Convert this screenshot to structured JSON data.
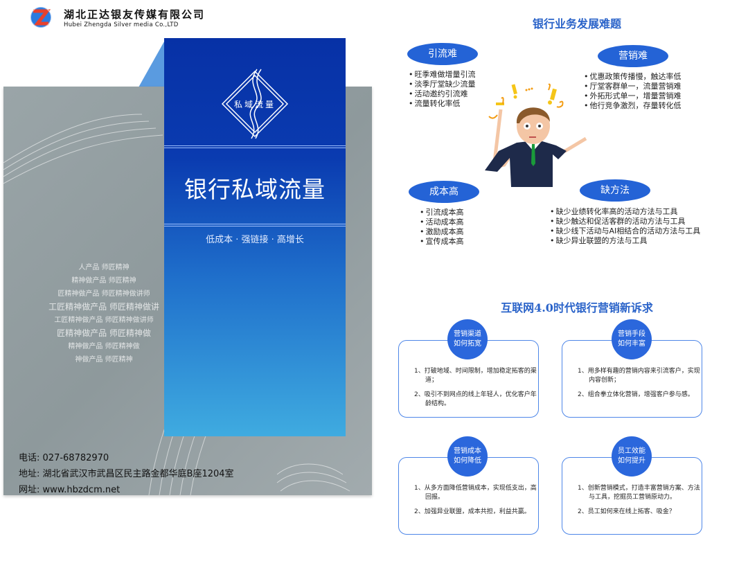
{
  "company": {
    "name_cn": "湖北正达银友传媒有限公司",
    "name_en": "Hubei Zhengda Silver media Co.,LTD"
  },
  "cover": {
    "badge": "私域流量",
    "title": "银行私域流量",
    "subtitle": "低成本 · 强链接 · 高增长"
  },
  "watermark": [
    "人产品 师匠精神",
    "精神做产品 师匠精神",
    "匠精神做产品 师匠精神做讲师",
    "工匠精神做产品 师匠精神做讲",
    "工匠精神做产品 师匠精神做讲师",
    "匠精神做产品 师匠精神做",
    "精神做产品 师匠精神做",
    "神做产品 师匠精神"
  ],
  "contact": {
    "phone_label": "电话:",
    "phone": "027-68782970",
    "address_label": "地址:",
    "address": "湖北省武汉市武昌区民主路金都华庭B座1204室",
    "web_label": "网址:",
    "web": "www.hbzdcm.net"
  },
  "problems": {
    "title": "银行业务发展难题",
    "groups": [
      {
        "label": "引流难",
        "items": [
          "旺季难做增量引流",
          "淡季厅堂缺少流量",
          "活动邀约引流难",
          "流量转化率低"
        ]
      },
      {
        "label": "营销难",
        "items": [
          "优惠政策传播慢，触达率低",
          "厅堂客群单一，流量营销难",
          "外拓形式单一，增量营销难",
          "他行竞争激烈，存量转化低"
        ]
      },
      {
        "label": "成本高",
        "items": [
          "引流成本高",
          "活动成本高",
          "激励成本高",
          "宣传成本高"
        ]
      },
      {
        "label": "缺方法",
        "items": [
          "缺少业绩转化率高的活动方法与工具",
          "缺少触达和促活客群的活动方法与工具",
          "缺少线下活动与AI相结合的活动方法与工具",
          "缺少异业联盟的方法与工具"
        ]
      }
    ]
  },
  "demands": {
    "title": "互联网4.0时代银行营销新诉求",
    "cards": [
      {
        "l1": "营销渠道",
        "l2": "如何拓宽",
        "items": [
          "1、打破地域、时间限制，增加稳定拓客的渠道；",
          "2、吸引不到网点的线上年轻人，优化客户年龄结构。"
        ]
      },
      {
        "l1": "营销手段",
        "l2": "如何丰富",
        "items": [
          "1、用多样有趣的营销内容来引流客户，实现内容创新；",
          "2、组合拳立体化营销，增强客户参与感。"
        ]
      },
      {
        "l1": "营销成本",
        "l2": "如何降低",
        "items": [
          "1、从多方面降低营销成本，实现低支出，高回报。",
          "2、加强异业联盟，成本共担，利益共赢。"
        ]
      },
      {
        "l1": "员工效能",
        "l2": "如何提升",
        "items": [
          "1、创新营销模式，打造丰富营销方案、方法与工具，挖掘员工营销原动力。",
          "2、员工如何来在线上拓客、吸金？"
        ]
      }
    ]
  },
  "colors": {
    "accent": "#2463d6",
    "cover_top": "#0731a6",
    "cover_bottom": "#3fabe0"
  }
}
